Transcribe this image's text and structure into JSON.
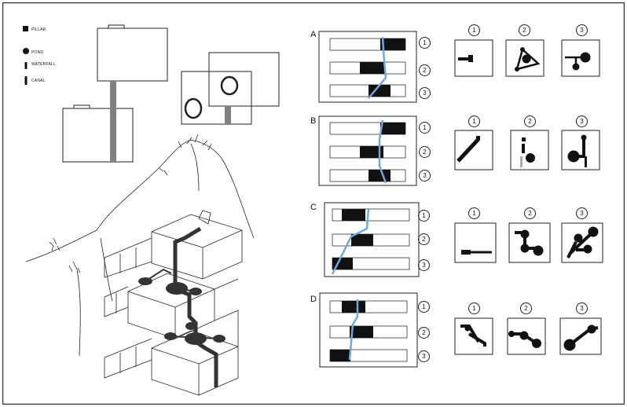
{
  "legend": [
    {
      "symbol": "pillar",
      "label": "PILLAR"
    },
    {
      "symbol": "pond",
      "label": "POND"
    },
    {
      "symbol": "waterfall",
      "label": "WATERFALL"
    },
    {
      "symbol": "canal",
      "label": "CANAL"
    }
  ],
  "rows": [
    {
      "letter": "A",
      "bar_numbers": [
        "1",
        "2",
        "3"
      ],
      "icon_numbers": [
        "1",
        "2",
        "3"
      ]
    },
    {
      "letter": "B",
      "bar_numbers": [
        "1",
        "2",
        "3"
      ],
      "icon_numbers": [
        "1",
        "2",
        "3"
      ]
    },
    {
      "letter": "C",
      "bar_numbers": [
        "1",
        "2",
        "3"
      ],
      "icon_numbers": [
        "1",
        "2",
        "3"
      ]
    },
    {
      "letter": "D",
      "bar_numbers": [
        "1",
        "2",
        "3"
      ],
      "icon_numbers": [
        "1",
        "2",
        "3"
      ]
    }
  ],
  "colors": {
    "ink": "#111111",
    "canal": "#7a7a7a",
    "water_line": "#6fa8dc",
    "frame": "#333333"
  }
}
